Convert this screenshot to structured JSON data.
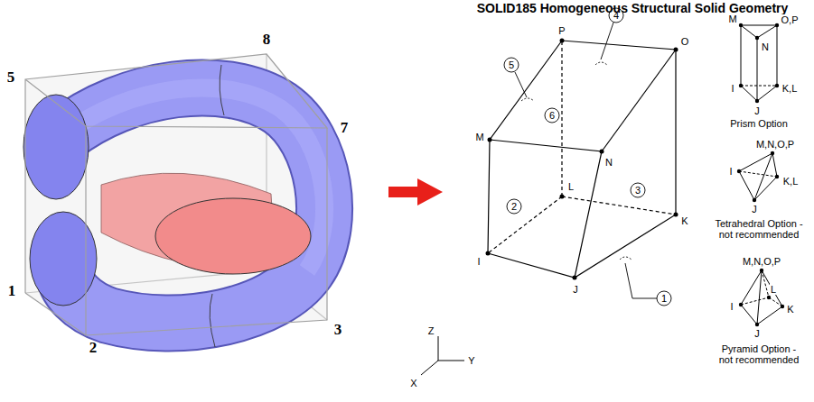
{
  "diagram": {
    "title": "SOLID185 Homogeneous Structural Solid Geometry",
    "labels": [
      "5",
      "8",
      "7",
      "1",
      "2",
      "3",
      "P",
      "O",
      "M",
      "N",
      "L",
      "I",
      "J",
      "K",
      "5",
      "4",
      "6",
      "2",
      "3",
      "1",
      "Z",
      "Y",
      "X",
      "M",
      "O,P",
      "N",
      "I",
      "K,L",
      "J",
      "Prism Option",
      "I",
      "M,N,O,P",
      "K,L",
      "J",
      "Tetrahedral Option - not recommended",
      "M,N,O,P",
      "I",
      "L",
      "K",
      "J",
      "Pyramid Option - not recommended"
    ]
  }
}
